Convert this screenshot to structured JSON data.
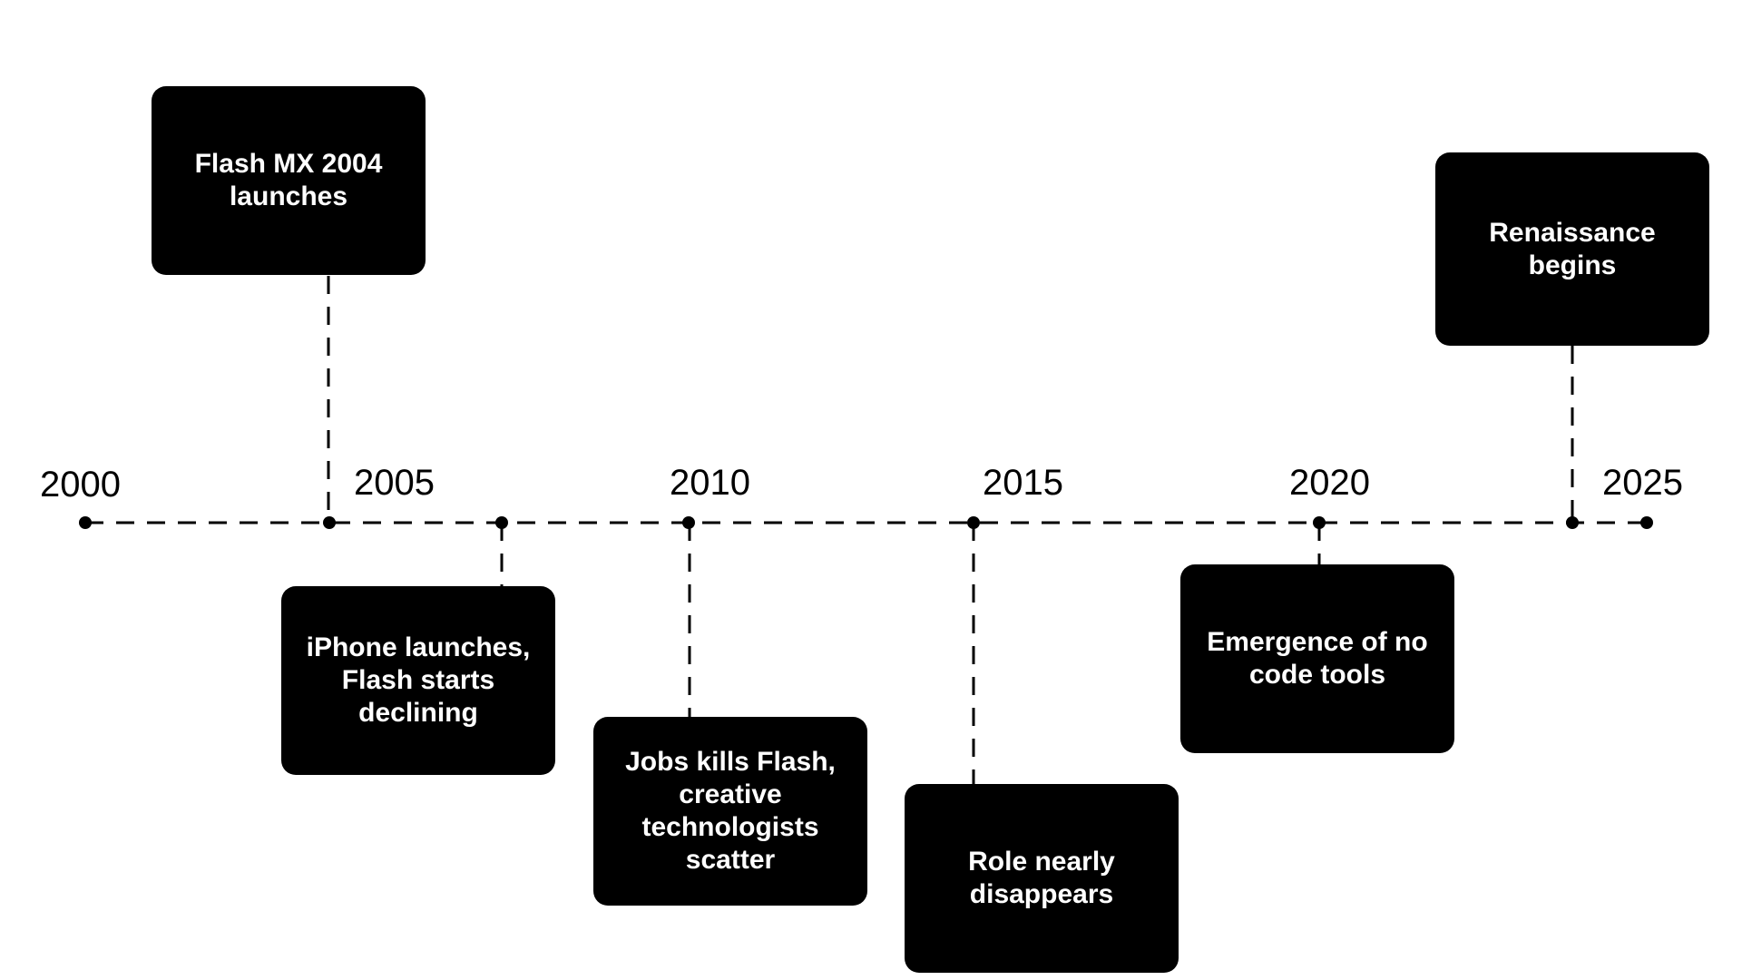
{
  "timeline": {
    "years": [
      "2000",
      "2005",
      "2010",
      "2015",
      "2020",
      "2025"
    ],
    "events": [
      {
        "label": "Flash MX 2004 launches",
        "side": "above"
      },
      {
        "label": "iPhone launches, Flash starts declining",
        "side": "below"
      },
      {
        "label": "Jobs kills Flash, creative technologists scatter",
        "side": "below"
      },
      {
        "label": "Role nearly disappears",
        "side": "below"
      },
      {
        "label": "Emergence of no code tools",
        "side": "below"
      },
      {
        "label": "Renaissance begins",
        "side": "above"
      }
    ]
  },
  "colors": {
    "background": "#ffffff",
    "line": "#000000",
    "box": "#000000",
    "box_text": "#ffffff"
  }
}
